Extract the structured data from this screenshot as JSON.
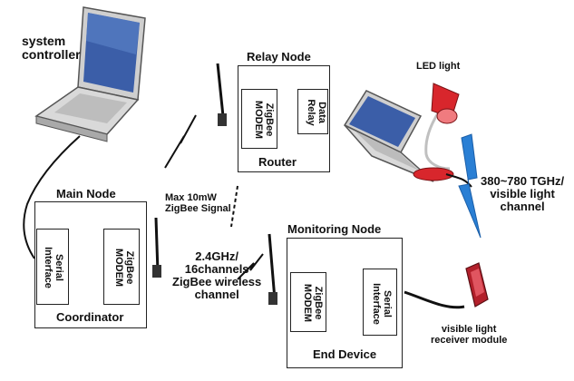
{
  "system_controller": {
    "label_line1": "system",
    "label_line2": "controller"
  },
  "relay_node": {
    "title": "Relay Node",
    "modem": "ZigBee\nMODEM",
    "data_relay": "Data\nRelay",
    "role": "Router"
  },
  "main_node": {
    "title": "Main Node",
    "serial": "Serial\nInterface",
    "modem": "ZigBee\nMODEM",
    "role": "Coordinator"
  },
  "monitoring_node": {
    "title": "Monitoring Node",
    "modem": "ZigBee\nMODEM",
    "serial": "Serial\nInterface",
    "role": "End Device"
  },
  "signal_label": {
    "line1": "Max 10mW",
    "line2": "ZigBee Signal"
  },
  "channel_label": {
    "line1": "2.4GHz/",
    "line2": "16channels",
    "line3": "ZigBee wireless",
    "line4": "channel"
  },
  "led_label": "LED light",
  "visible_label": {
    "line1": "380~780 TGHz/",
    "line2": "visible light",
    "line3": "channel"
  },
  "receiver_label": {
    "line1": "visible light",
    "line2": "receiver module"
  },
  "colors": {
    "led_red": "#d8262c",
    "lightning": "#2a7fd4",
    "laptop_screen": "#3b5ea8",
    "laptop_body": "#d9d9d9"
  }
}
